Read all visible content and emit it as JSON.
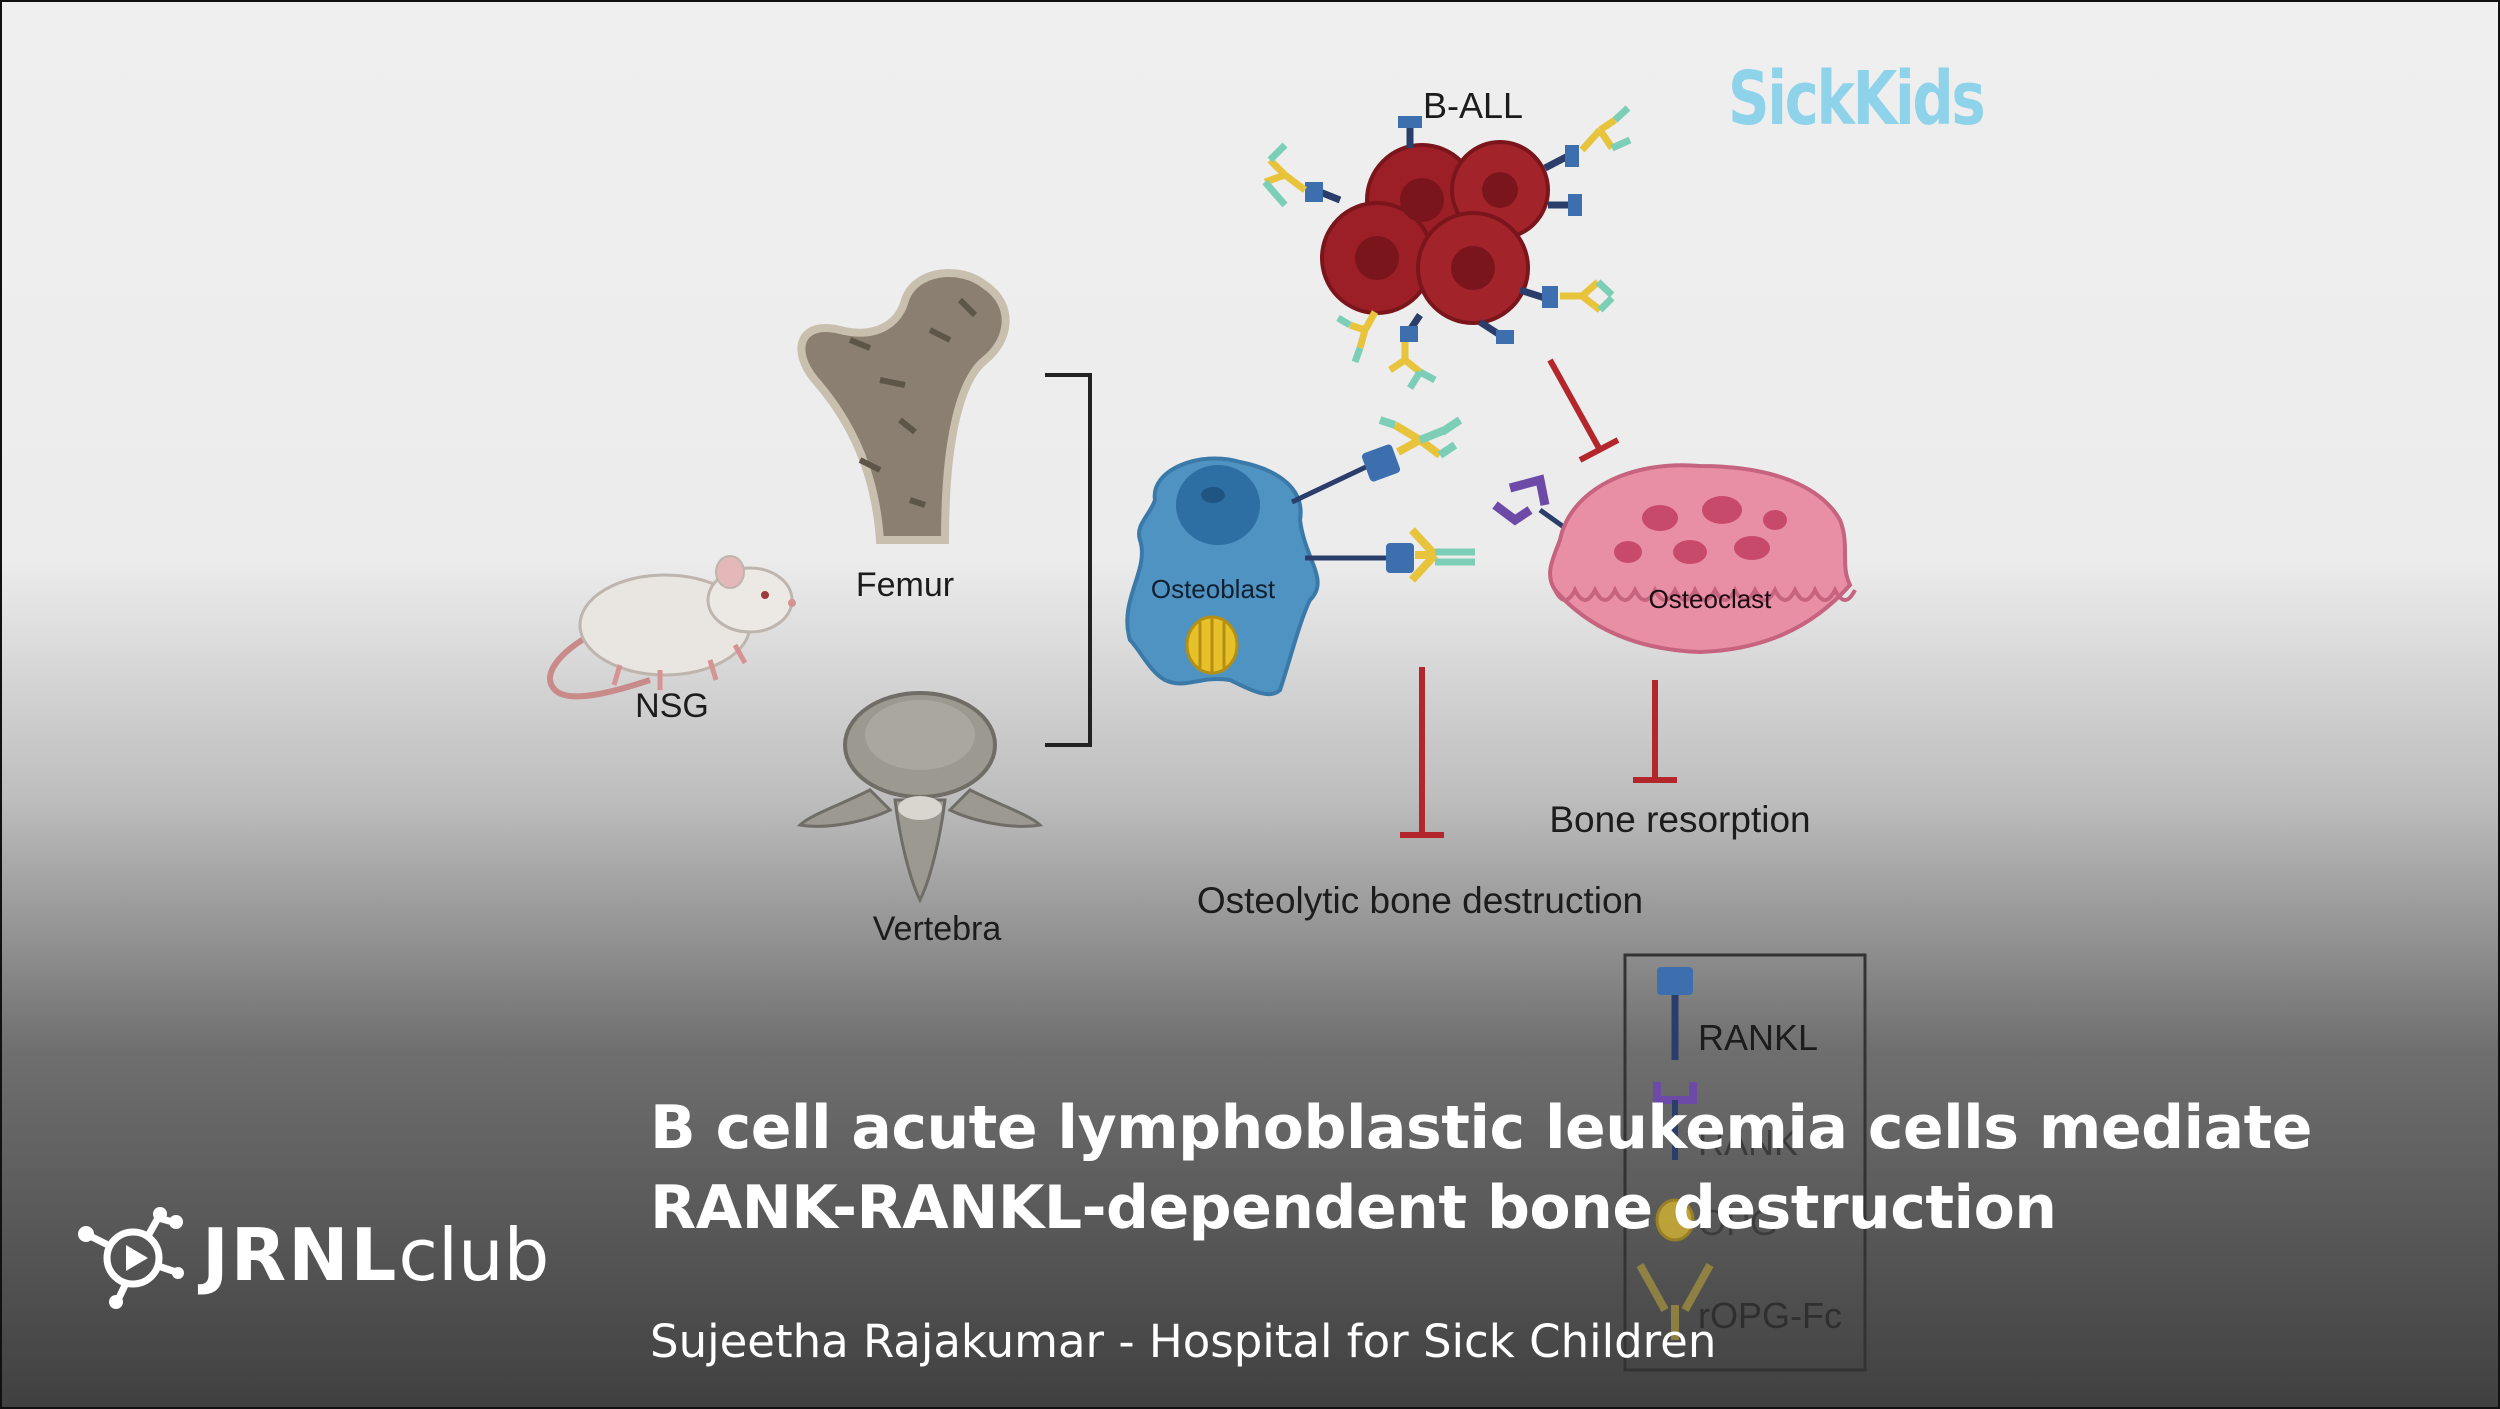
{
  "slide": {
    "title_lines": [
      "B cell acute lymphoblastic leukemia cells mediate",
      "RANK-RANKL-dependent bone destruction"
    ],
    "subtitle": "Sujeetha Rajakumar - Hospital for Sick Children"
  },
  "branding": {
    "sickkids_logo": "SickKids",
    "jrnl_bold": "JRNL",
    "jrnl_light": "club"
  },
  "diagram": {
    "b_all": "B-ALL",
    "femur": "Femur",
    "nsg": "NSG",
    "vertebra": "Vertebra",
    "osteoblast": "Osteoblast",
    "osteoclast": "Osteoclast",
    "bone_resorption": "Bone resorption",
    "osteolytic": "Osteolytic bone destruction"
  },
  "legend": {
    "items": [
      "RANKL",
      "RANK",
      "OPG",
      "rOPG-Fc"
    ]
  },
  "colors": {
    "inhibit_red": "#b3262b",
    "osteoblast_blue": "#4f93c3",
    "osteoclast_pink": "#e98fa5",
    "tumor_red": "#9c1f27",
    "antibody_yellow": "#e8c33c",
    "antibody_teal": "#7ccfb6",
    "rankl_blue": "#3d6fae",
    "rank_purple": "#6e4aa8"
  }
}
